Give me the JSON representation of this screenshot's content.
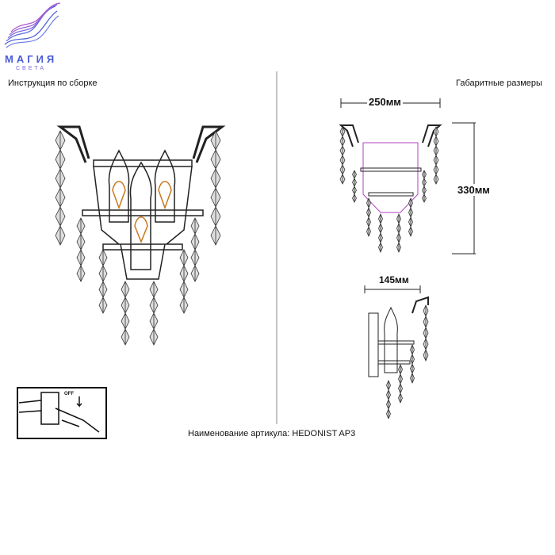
{
  "brand": {
    "name": "МАГИЯ",
    "sub": "СВЕТА",
    "colors": [
      "#4a5bd6",
      "#b05ad0",
      "#d08ad8"
    ]
  },
  "headings": {
    "assembly": "Инструкция по сборке",
    "dimensions": "Габаритные размеры"
  },
  "dimensions": {
    "width": "250мм",
    "height": "330мм",
    "depth": "145мм"
  },
  "power_off_label": "OFF",
  "article": "Наименование артикула: HEDONIST AP3"
}
